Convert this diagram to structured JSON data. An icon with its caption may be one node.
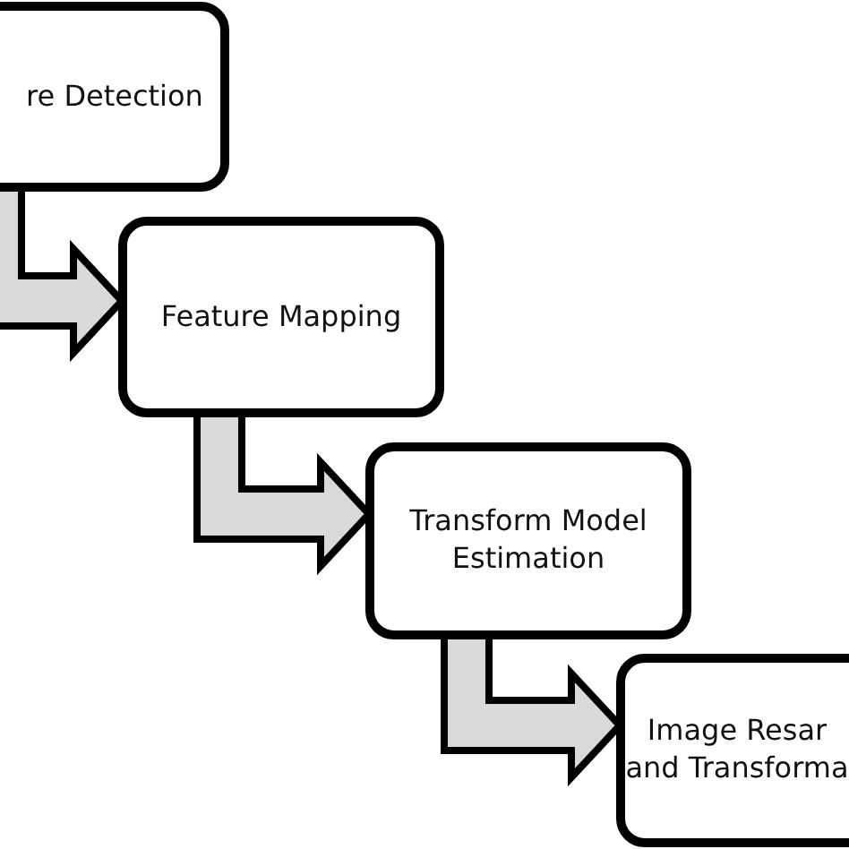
{
  "diagram": {
    "nodes": [
      {
        "text": [
          "re Detection"
        ]
      },
      {
        "text": [
          "Feature Mapping"
        ]
      },
      {
        "text": [
          "Transform Model Estimation"
        ]
      },
      {
        "text": [
          "Image Resar and Transforma"
        ]
      }
    ],
    "edges": [
      {
        "from": 0,
        "to": 1,
        "arrow": "to"
      },
      {
        "from": 1,
        "to": 2,
        "arrow": "to"
      },
      {
        "from": 2,
        "to": 3,
        "arrow": "to"
      }
    ]
  }
}
